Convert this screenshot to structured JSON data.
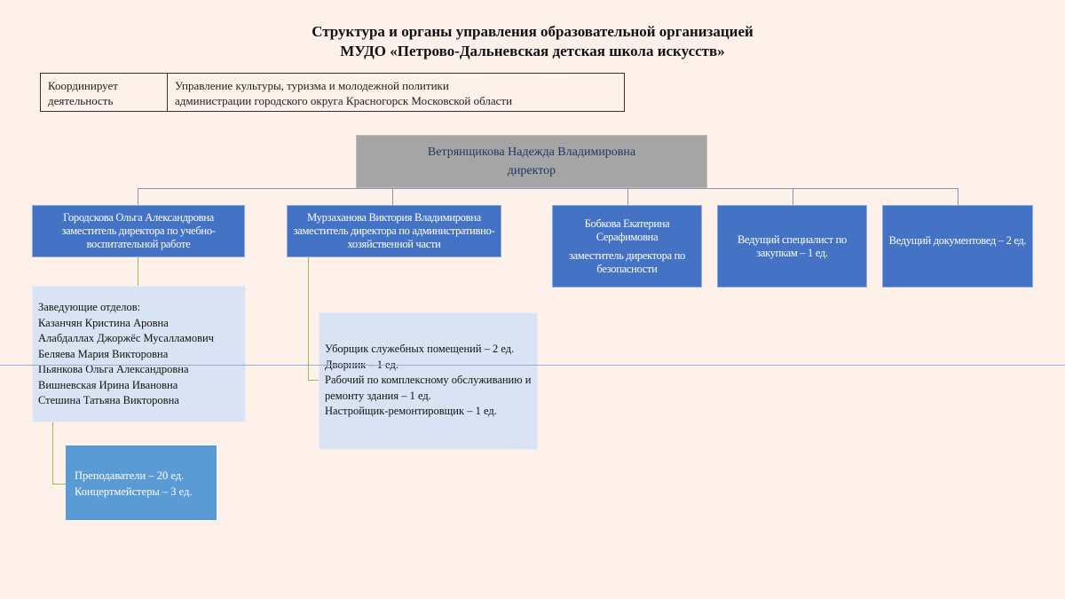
{
  "title": {
    "line1": "Структура и органы управления образовательной организацией",
    "line2": "МУДО «Петрово-Дальневская детская школа искусств»"
  },
  "coordination": {
    "label_line1": "Координирует",
    "label_line2": "деятельность",
    "value_line1": "Управление культуры, туризма и молодежной политики",
    "value_line2": "администрации городского округа Красногорск Московской области"
  },
  "director": {
    "name": "Ветрянщикова Надежда Владимировна",
    "position": "директор"
  },
  "units": [
    {
      "name": "Городскова Ольга Александровна",
      "position": "заместитель директора по учебно-воспитательной работе"
    },
    {
      "name": "Мурзаханова Виктория Владимировна",
      "position": "заместитель директора по административно-хозяйственной части"
    },
    {
      "name": "Бобкова Екатерина Серафимовна",
      "position": "заместитель директора по безопасности"
    },
    {
      "name": "",
      "position": "Ведущий специалист по закупкам – 1 ед."
    },
    {
      "name": "",
      "position": "Ведущий документовед – 2 ед."
    }
  ],
  "department_heads": {
    "heading": "Заведующие отделов:",
    "people": [
      "Казанчян Кристина Аровна",
      "Алабдаллах Джоржёс Мусалламович",
      "Беляева Мария Викторовна",
      "Пьянкова Ольга Александровна",
      "Вишневская Ирина Ивановна",
      "Стешина Татьяна Викторовна"
    ]
  },
  "staff": [
    "Уборщик служебных помещений – 2 ед.",
    "Дворник – 1 ед.",
    "Рабочий по комплексному обслуживанию и ремонту здания – 1 ед.",
    "Настройщик-ремонтировщик – 1 ед."
  ],
  "teachers": [
    "Преподаватели – 20 ед.",
    "Концертмейстеры – 3 ед."
  ]
}
